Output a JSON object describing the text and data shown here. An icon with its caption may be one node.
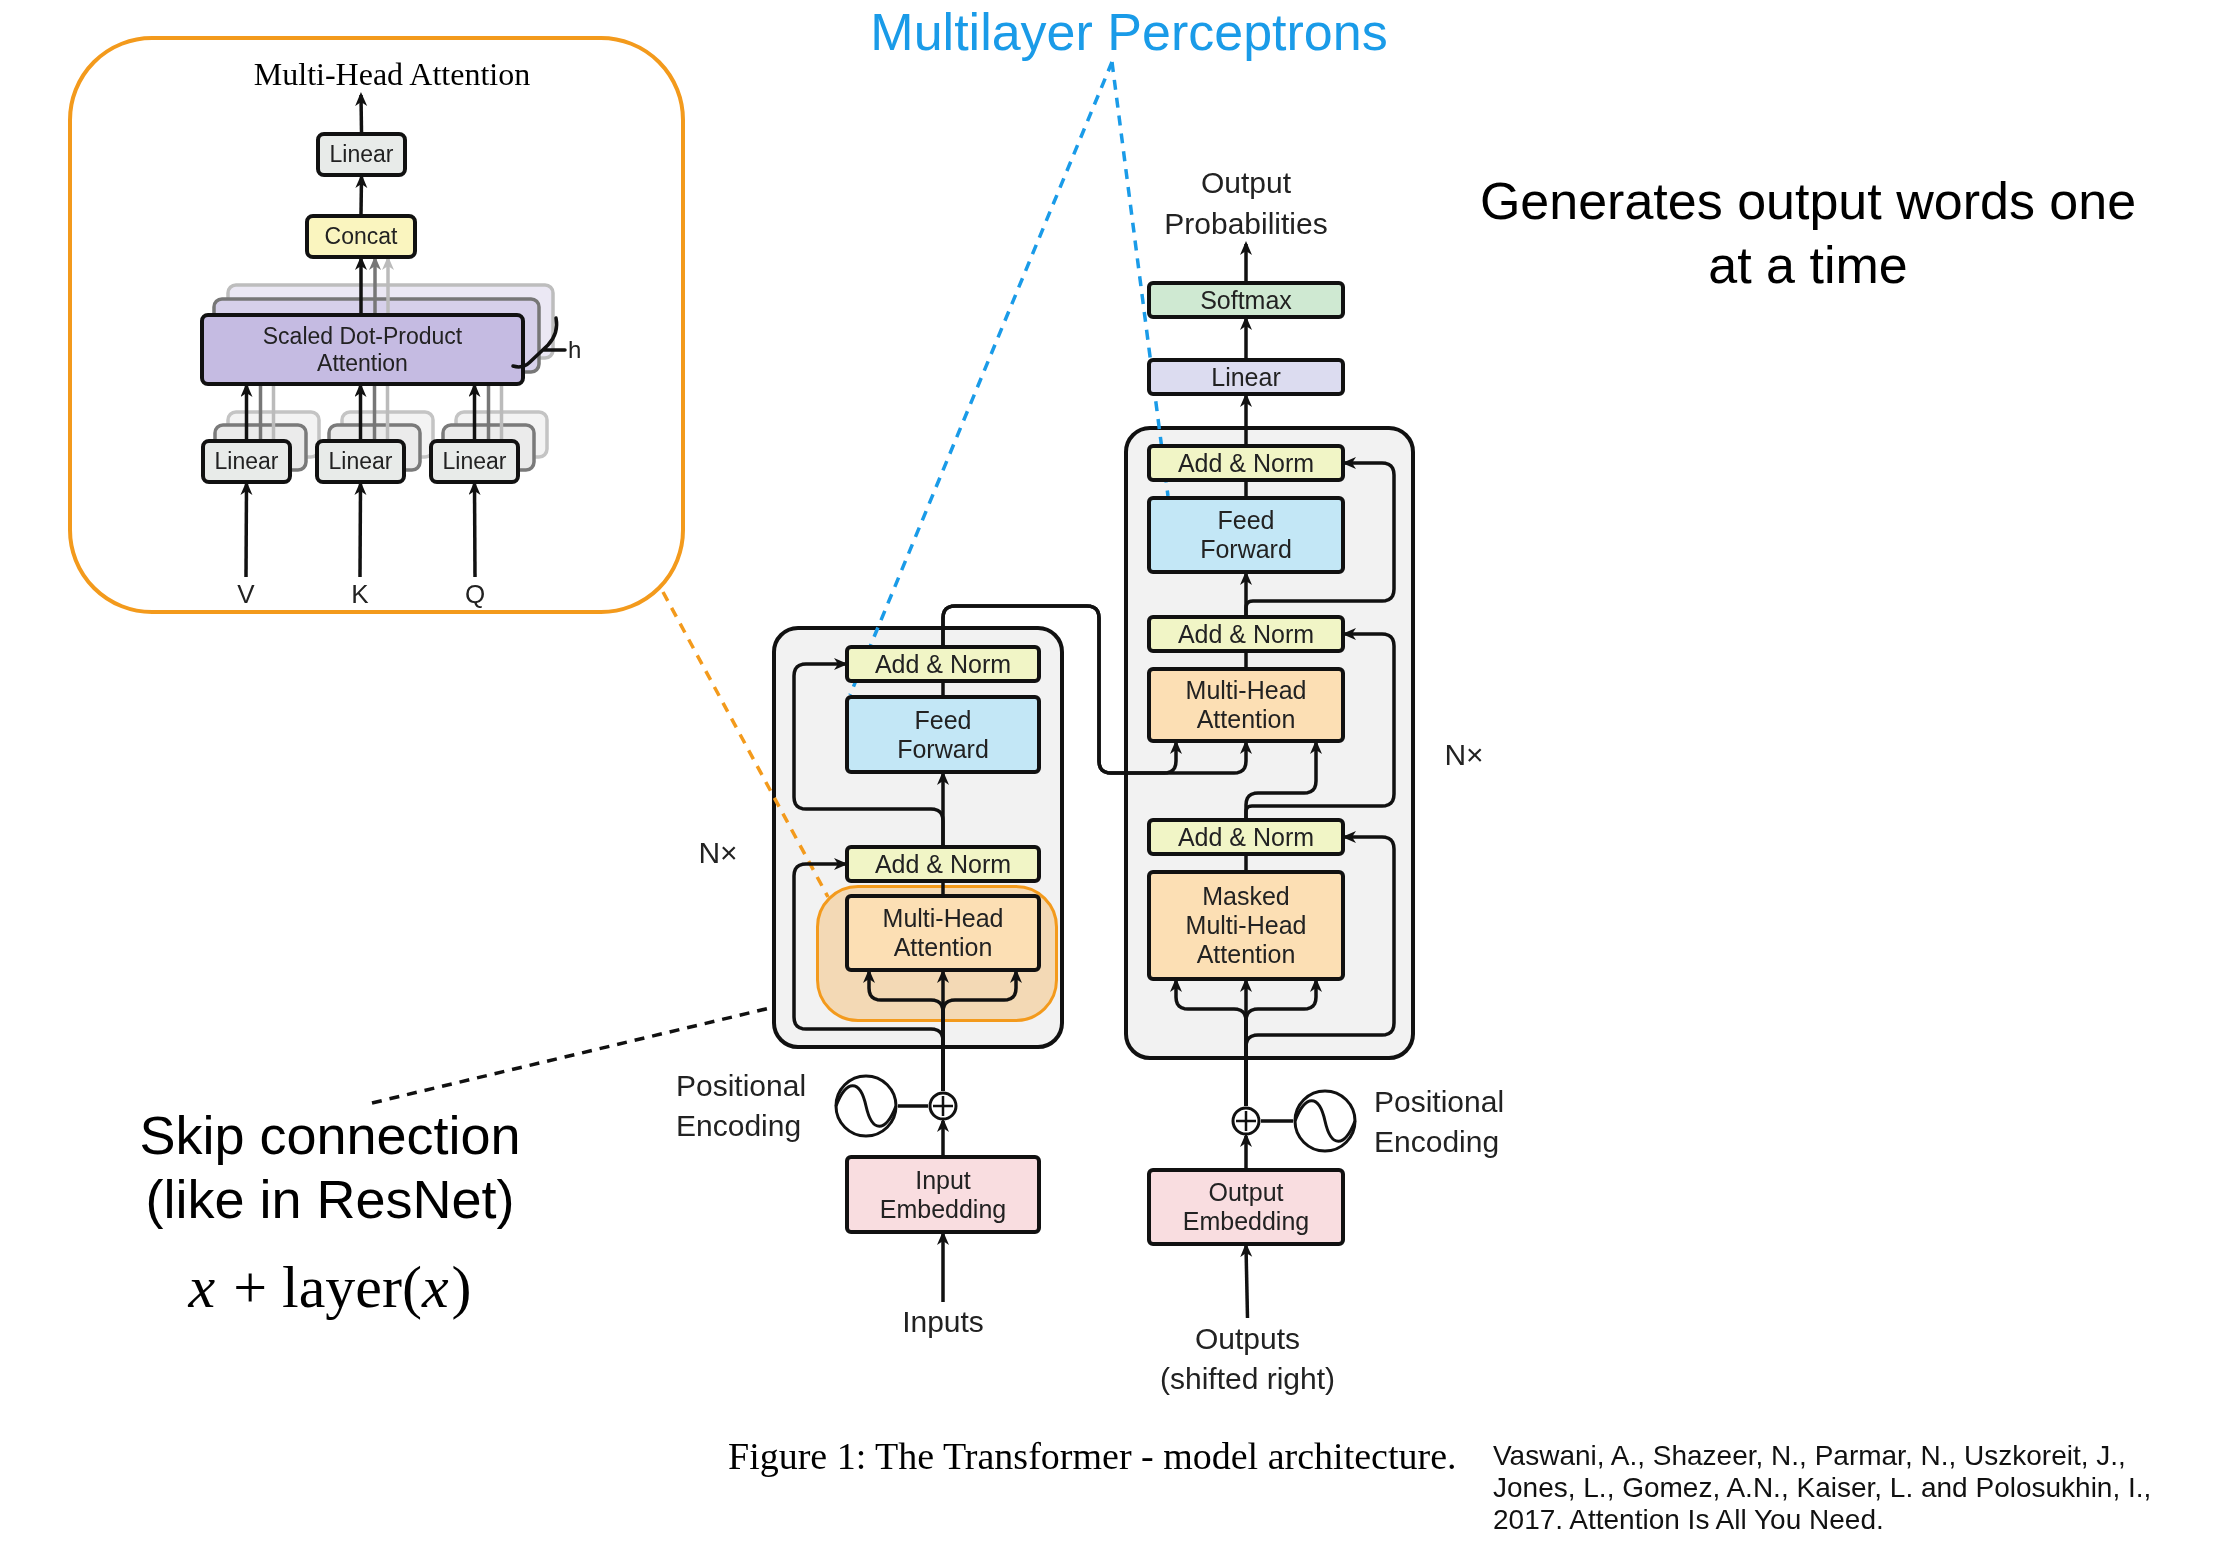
{
  "diagram": {
    "caption": "Figure 1: The Transformer - model architecture.",
    "nodes": [
      {
        "text": [
          "Multi-Head Attention"
        ]
      },
      {
        "text": [
          "Linear"
        ],
        "in": 0
      },
      {
        "text": [
          "Concat"
        ],
        "in": 0
      },
      {
        "text": [
          "Scaled Dot-Product Attention"
        ],
        "in": 0
      },
      {
        "text": [
          "Linear"
        ],
        "in": 0
      },
      {
        "text": [
          "Linear"
        ],
        "in": 0
      },
      {
        "text": [
          "Linear"
        ],
        "in": 0
      },
      {
        "text": [
          "V"
        ],
        "in": 0
      },
      {
        "text": [
          "K"
        ],
        "in": 0
      },
      {
        "text": [
          "Q"
        ],
        "in": 0
      },
      {
        "text": [
          "Multilayer Perceptrons"
        ]
      },
      {
        "text": [],
        "shape": "box",
        "beside": [
          "N×"
        ]
      },
      {
        "text": [
          "Add & Norm"
        ],
        "in": 11
      },
      {
        "text": [
          "Feed Forward"
        ],
        "in": 11
      },
      {
        "text": [
          "Add & Norm"
        ],
        "in": 11
      },
      {
        "text": [],
        "shape": "box",
        "in": 11
      },
      {
        "text": [
          "Multi-Head Attention"
        ],
        "in": 15
      },
      {
        "text": [],
        "shape": "circle",
        "beside": [
          "Positional Encoding"
        ]
      },
      {
        "text": [],
        "shape": "circle"
      },
      {
        "text": [
          "Input Embedding"
        ]
      },
      {
        "text": [
          "Inputs"
        ]
      },
      {
        "text": [
          "Output Probabilities"
        ]
      },
      {
        "text": [
          "Softmax"
        ]
      },
      {
        "text": [
          "Linear"
        ]
      },
      {
        "text": [],
        "shape": "box",
        "beside": [
          "N×"
        ]
      },
      {
        "text": [
          "Add & Norm"
        ],
        "in": 24
      },
      {
        "text": [
          "Feed Forward"
        ],
        "in": 24
      },
      {
        "text": [
          "Add & Norm"
        ],
        "in": 24
      },
      {
        "text": [
          "Multi-Head Attention"
        ],
        "in": 24
      },
      {
        "text": [
          "Add & Norm"
        ],
        "in": 24
      },
      {
        "text": [
          "Masked Multi-Head Attention"
        ],
        "in": 24
      },
      {
        "text": [],
        "shape": "circle"
      },
      {
        "text": [],
        "shape": "circle",
        "beside": [
          "Positional Encoding"
        ]
      },
      {
        "text": [
          "Output Embedding"
        ]
      },
      {
        "text": [
          "Outputs (shifted right)"
        ]
      },
      {
        "text": [
          "Skip connection (like in ResNet)"
        ]
      }
    ],
    "edges": [
      {
        "from": 7,
        "to": 4,
        "arrow": "to"
      },
      {
        "from": 8,
        "to": 5,
        "arrow": "to"
      },
      {
        "from": 9,
        "to": 6,
        "arrow": "to"
      },
      {
        "from": 4,
        "to": 3,
        "arrow": "to"
      },
      {
        "from": 5,
        "to": 3,
        "arrow": "to"
      },
      {
        "from": 6,
        "to": 3,
        "arrow": "to"
      },
      {
        "from": 3,
        "to": 2,
        "arrow": "to"
      },
      {
        "from": 2,
        "to": 1,
        "arrow": "to"
      },
      {
        "from": 1,
        "to": null,
        "arrow": "to"
      },
      {
        "from": 10,
        "to": 13,
        "arrow": "none",
        "style": "dashed",
        "color": "#1a9be8"
      },
      {
        "from": 10,
        "to": 26,
        "arrow": "none",
        "style": "dashed",
        "color": "#1a9be8"
      },
      {
        "from": 0,
        "to": 15,
        "arrow": "none",
        "style": "dashed",
        "color": "#f39a1c"
      },
      {
        "from": 20,
        "to": 19,
        "arrow": "to"
      },
      {
        "from": 19,
        "to": 18,
        "arrow": "to"
      },
      {
        "from": 17,
        "to": 18,
        "arrow": "none"
      },
      {
        "from": 18,
        "to": 16,
        "arrow": "to"
      },
      {
        "from": 18,
        "to": 16,
        "arrow": "to"
      },
      {
        "from": 18,
        "to": 16,
        "arrow": "to"
      },
      {
        "from": 18,
        "to": 14,
        "arrow": "to"
      },
      {
        "from": 16,
        "to": 14,
        "arrow": "none"
      },
      {
        "from": 14,
        "to": 13,
        "arrow": "to"
      },
      {
        "from": 14,
        "to": 12,
        "arrow": "to"
      },
      {
        "from": 13,
        "to": 12,
        "arrow": "none"
      },
      {
        "from": 12,
        "to": 28,
        "arrow": "to"
      },
      {
        "from": 12,
        "to": 28,
        "arrow": "to"
      },
      {
        "from": 34,
        "to": 33,
        "arrow": "to"
      },
      {
        "from": 33,
        "to": 31,
        "arrow": "to"
      },
      {
        "from": 32,
        "to": 31,
        "arrow": "none"
      },
      {
        "from": 31,
        "to": 30,
        "arrow": "to"
      },
      {
        "from": 31,
        "to": 30,
        "arrow": "to"
      },
      {
        "from": 31,
        "to": 30,
        "arrow": "to"
      },
      {
        "from": 31,
        "to": 29,
        "arrow": "to"
      },
      {
        "from": 30,
        "to": 29,
        "arrow": "none"
      },
      {
        "from": 29,
        "to": 28,
        "arrow": "to"
      },
      {
        "from": 29,
        "to": 27,
        "arrow": "to"
      },
      {
        "from": 28,
        "to": 27,
        "arrow": "none"
      },
      {
        "from": 27,
        "to": 26,
        "arrow": "to"
      },
      {
        "from": 27,
        "to": 25,
        "arrow": "to"
      },
      {
        "from": 26,
        "to": 25,
        "arrow": "none"
      },
      {
        "from": 25,
        "to": 23,
        "arrow": "to"
      },
      {
        "from": 23,
        "to": 22,
        "arrow": "to"
      },
      {
        "from": 22,
        "to": 21,
        "arrow": "to"
      },
      {
        "from": 35,
        "to": 11,
        "arrow": "none",
        "style": "dashed"
      },
      {
        "from": 4,
        "to": 3,
        "arrow": "none",
        "color": "#777777"
      },
      {
        "from": 4,
        "to": 3,
        "arrow": "none",
        "color": "#bbbbbb"
      },
      {
        "from": 5,
        "to": 3,
        "arrow": "none",
        "color": "#777777"
      },
      {
        "from": 5,
        "to": 3,
        "arrow": "none",
        "color": "#bbbbbb"
      },
      {
        "from": 6,
        "to": 3,
        "arrow": "none",
        "color": "#777777"
      },
      {
        "from": 6,
        "to": 3,
        "arrow": "none",
        "color": "#bbbbbb"
      },
      {
        "from": 3,
        "to": 2,
        "arrow": "to",
        "color": "#777777"
      },
      {
        "from": 3,
        "to": 2,
        "arrow": "to",
        "color": "#bbbbbb"
      }
    ],
    "labels": [
      "h",
      "Generates output words one at a time",
      "*x* + layer(*x*)",
      "Vaswani, A., Shazeer, N., Parmar, N., Uszkoreit, J., Jones, L., Gomez, A.N., Kaiser, L. and Polosukhin, I., 2017. Attention Is All You Need."
    ]
  }
}
